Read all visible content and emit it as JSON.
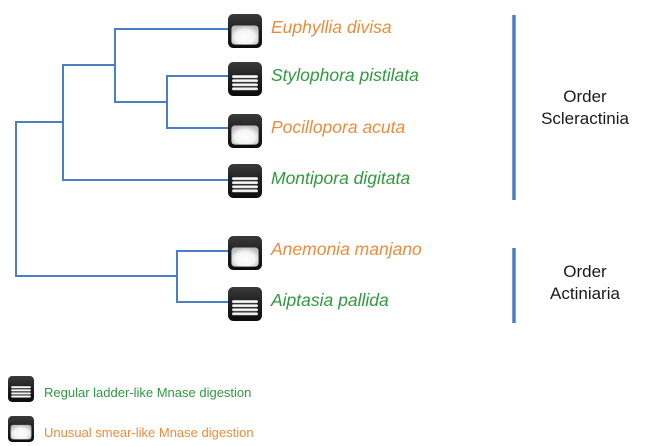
{
  "colors": {
    "regular": "#2e9a3c",
    "unusual": "#ee8a3a",
    "branch": "#4a7fc4"
  },
  "species": [
    {
      "name": "Euphyllia divisa",
      "pattern": "unusual"
    },
    {
      "name": "Stylophora pistilata",
      "pattern": "regular"
    },
    {
      "name": "Pocillopora acuta",
      "pattern": "unusual"
    },
    {
      "name": "Montipora digitata",
      "pattern": "regular"
    },
    {
      "name": "Anemonia manjano",
      "pattern": "unusual"
    },
    {
      "name": "Aiptasia pallida",
      "pattern": "regular"
    }
  ],
  "orders": [
    {
      "line1": "Order",
      "line2": "Scleractinia"
    },
    {
      "line1": "Order",
      "line2": "Actiniaria"
    }
  ],
  "legend": [
    {
      "pattern": "regular",
      "label": "Regular ladder-like Mnase digestion"
    },
    {
      "pattern": "unusual",
      "label": "Unusual smear-like Mnase digestion"
    }
  ]
}
